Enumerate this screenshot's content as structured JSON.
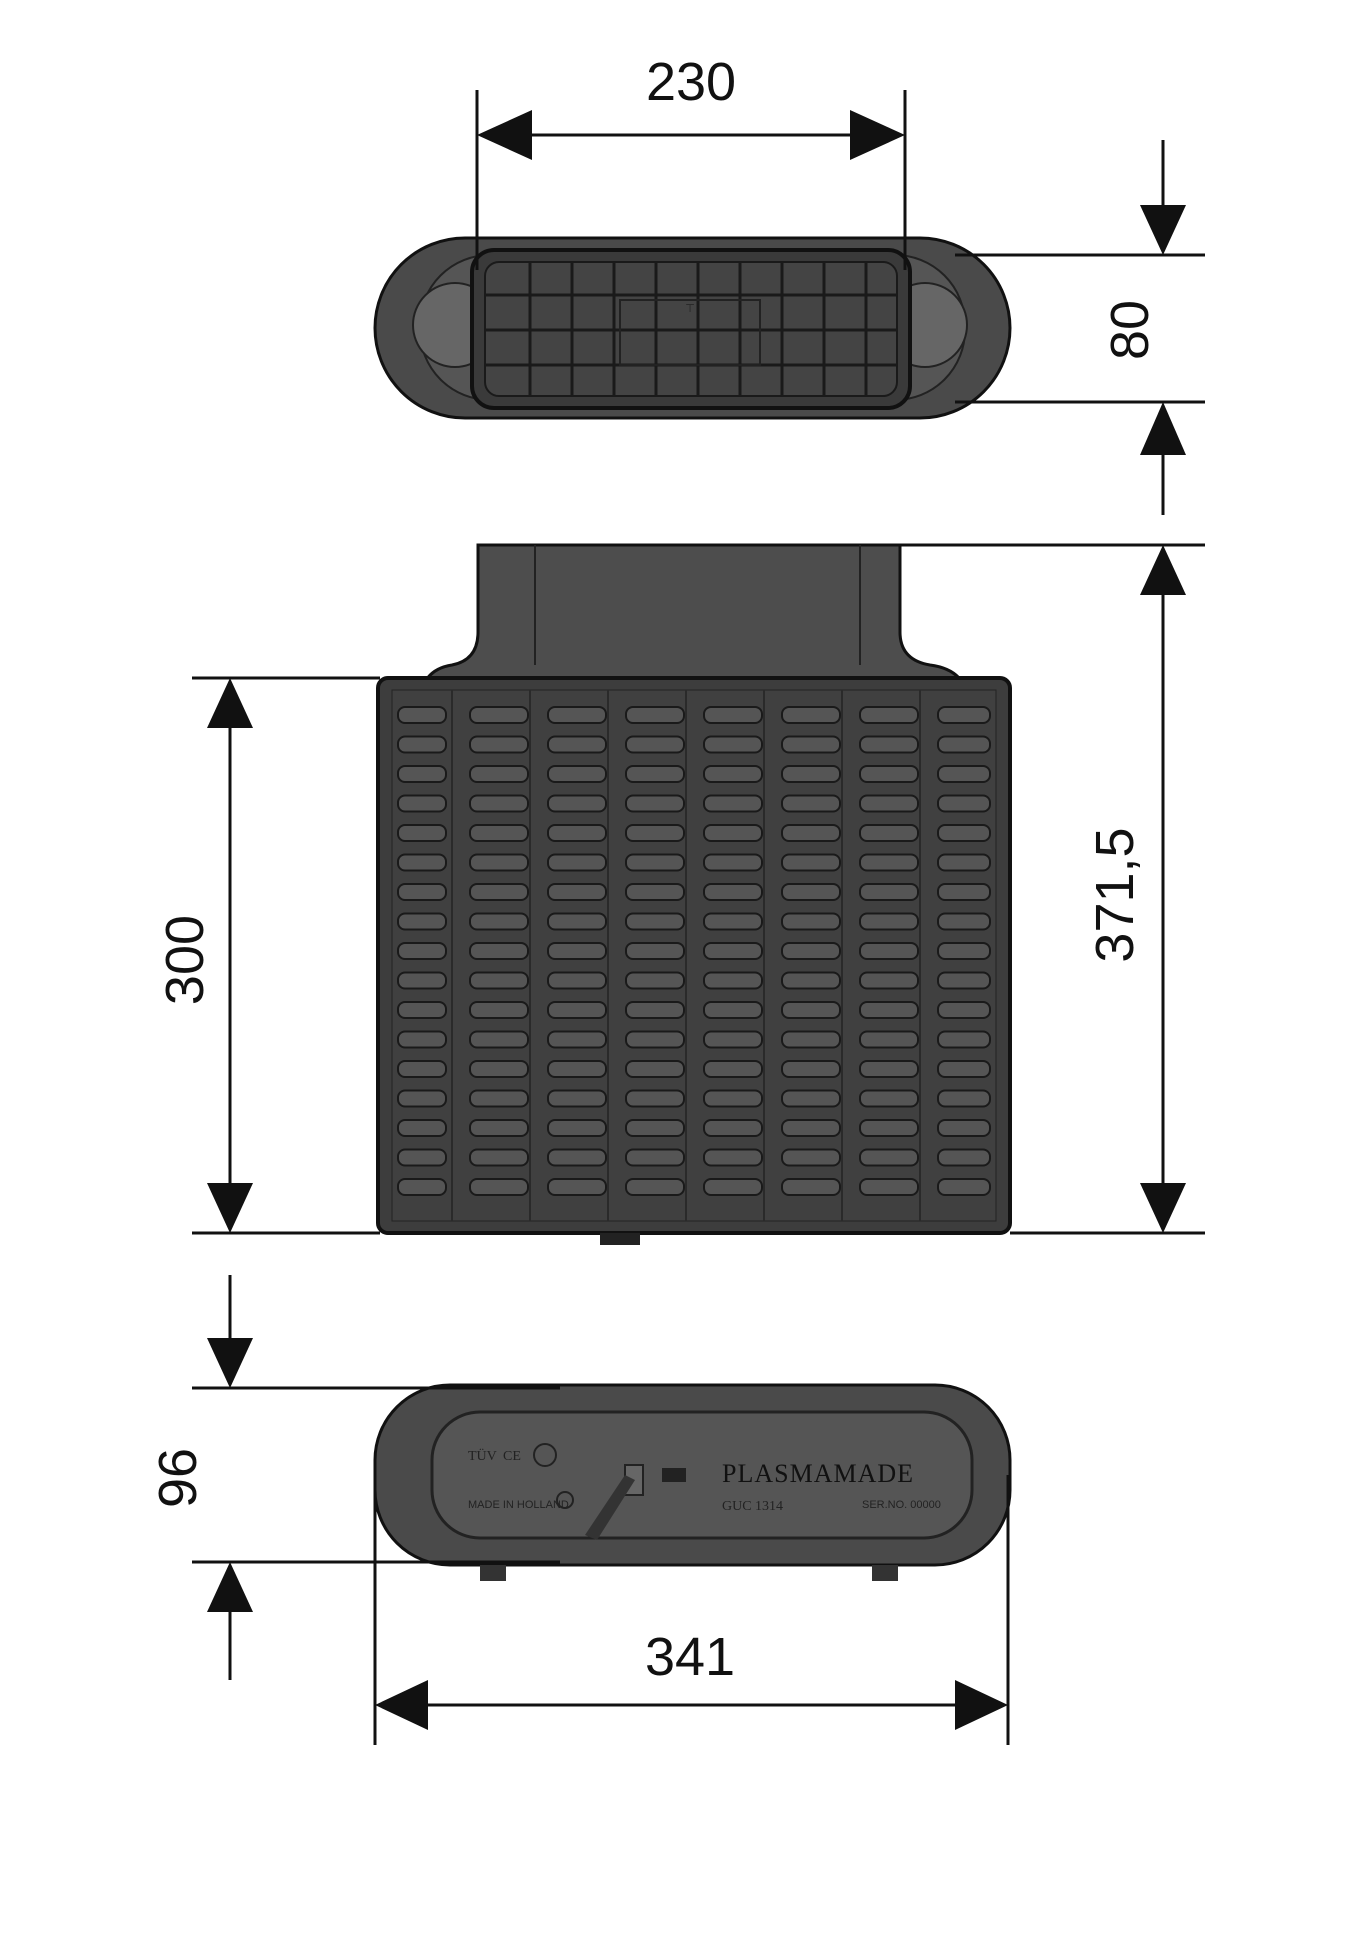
{
  "dimensions": {
    "top_width": "230",
    "top_height": "80",
    "front_height": "300",
    "total_height": "371,5",
    "bottom_height": "96",
    "bottom_width": "341"
  },
  "label": {
    "brand": "PLASMAMADE",
    "model": "GUC 1314",
    "cert_a": "TÜV",
    "cert_b": "CE",
    "maker": "MADE IN HOLLAND",
    "serial": "SER.NO. 00000"
  }
}
